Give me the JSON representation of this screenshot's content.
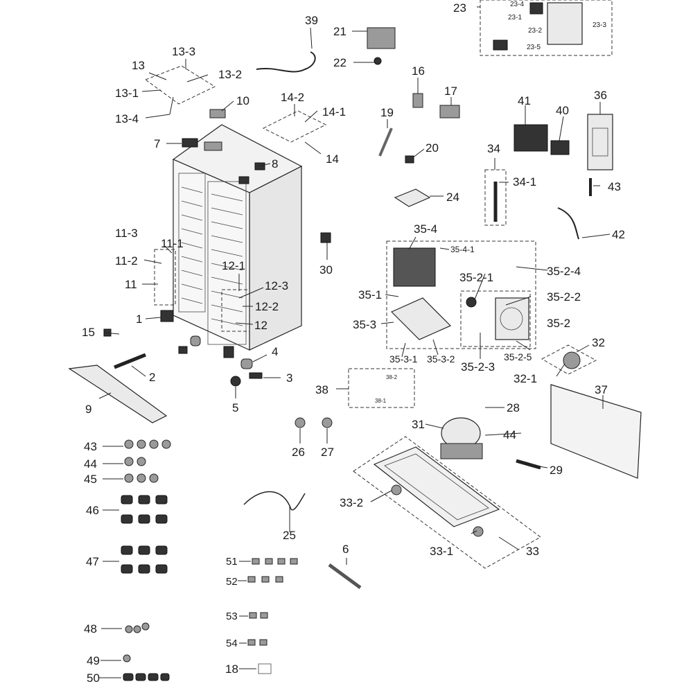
{
  "callouts": {
    "c1": "1",
    "c2": "2",
    "c3": "3",
    "c4": "4",
    "c5": "5",
    "c6": "6",
    "c7": "7",
    "c8": "8",
    "c9": "9",
    "c10": "10",
    "c11": "11",
    "c11_1": "11-1",
    "c11_2": "11-2",
    "c11_3": "11-3",
    "c12": "12",
    "c12_1": "12-1",
    "c12_2": "12-2",
    "c12_3": "12-3",
    "c13": "13",
    "c13_1": "13-1",
    "c13_2": "13-2",
    "c13_3": "13-3",
    "c13_4": "13-4",
    "c14": "14",
    "c14_1": "14-1",
    "c14_2": "14-2",
    "c15": "15",
    "c16": "16",
    "c17": "17",
    "c18": "18",
    "c19": "19",
    "c20": "20",
    "c21": "21",
    "c22": "22",
    "c23": "23",
    "c23_1": "23-1",
    "c23_2": "23-2",
    "c23_3": "23-3",
    "c23_4": "23-4",
    "c23_5": "23-5",
    "c24": "24",
    "c25": "25",
    "c26": "26",
    "c27": "27",
    "c28": "28",
    "c29": "29",
    "c30": "30",
    "c31": "31",
    "c32": "32",
    "c32_1": "32-1",
    "c33": "33",
    "c33_1": "33-1",
    "c33_2": "33-2",
    "c34": "34",
    "c34_1": "34-1",
    "c35_1": "35-1",
    "c35_2": "35-2",
    "c35_2_1": "35-2-1",
    "c35_2_2": "35-2-2",
    "c35_2_3": "35-2-3",
    "c35_2_4": "35-2-4",
    "c35_2_5": "35-2-5",
    "c35_3": "35-3",
    "c35_3_1": "35-3-1",
    "c35_3_2": "35-3-2",
    "c35_4": "35-4",
    "c35_4_1": "35-4-1",
    "c36": "36",
    "c37": "37",
    "c38": "38",
    "c38_1": "38-1",
    "c38_2": "38-2",
    "c39": "39",
    "c40": "40",
    "c41": "41",
    "c42": "42",
    "c43a": "43",
    "c43b": "43",
    "c44a": "44",
    "c44b": "44",
    "c45": "45",
    "c46": "46",
    "c47": "47",
    "c48": "48",
    "c49": "49",
    "c50": "50",
    "c51": "51",
    "c52": "52",
    "c53": "53",
    "c54": "54"
  }
}
